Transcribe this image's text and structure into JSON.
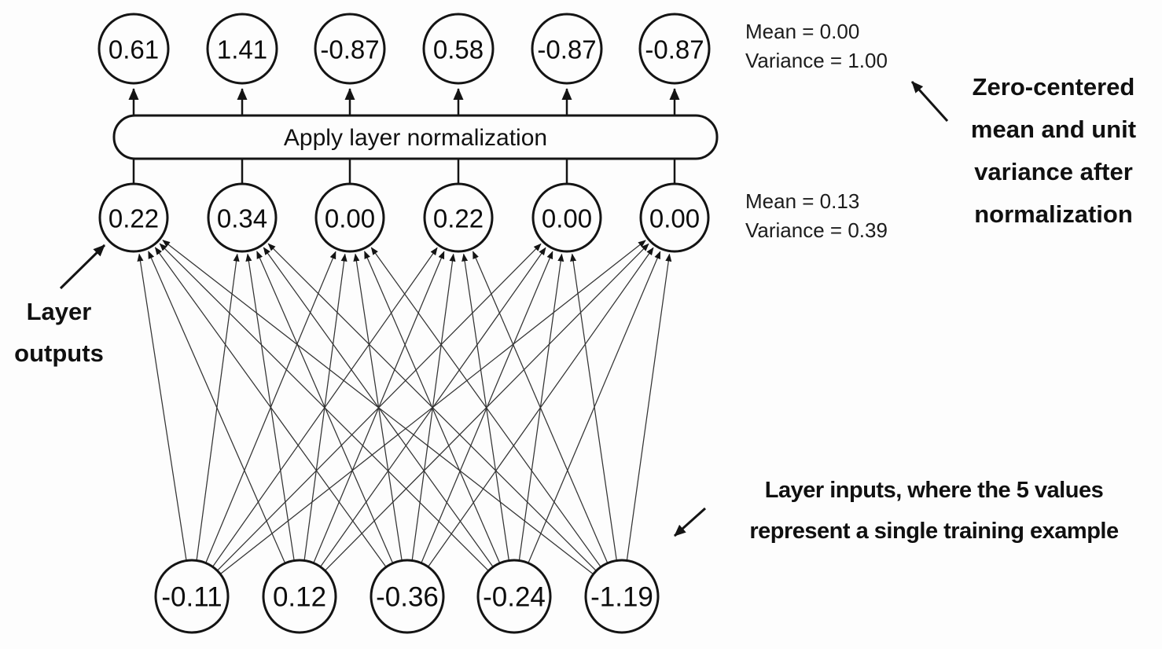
{
  "title": "Layer normalization diagram",
  "diagram": {
    "box_label": "Apply layer normalization",
    "output_values": [
      "0.61",
      "1.41",
      "-0.87",
      "0.58",
      "-0.87",
      "-0.87"
    ],
    "hidden_values": [
      "0.22",
      "0.34",
      "0.00",
      "0.22",
      "0.00",
      "0.00"
    ],
    "input_values": [
      "-0.11",
      "0.12",
      "-0.36",
      "-0.24",
      "-1.19"
    ]
  },
  "stats": {
    "after": {
      "mean": "Mean = 0.00",
      "variance": "Variance = 1.00"
    },
    "before": {
      "mean": "Mean = 0.13",
      "variance": "Variance = 0.39"
    }
  },
  "annotations": {
    "normalized": {
      "lines": [
        "Zero-centered",
        "mean and unit",
        "variance after",
        "normalization"
      ]
    },
    "outputs": {
      "lines": [
        "Layer",
        "outputs"
      ]
    },
    "inputs": {
      "lines": [
        "Layer inputs, where the 5 values",
        "represent a single training example"
      ]
    }
  },
  "colors": {
    "ink": "#141414",
    "connection": "#333333",
    "background": "#fdfdfd",
    "node_fill": "#fdfdfd"
  }
}
